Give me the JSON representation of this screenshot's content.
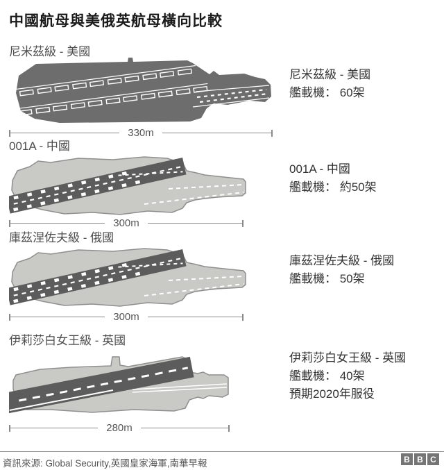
{
  "title": "中國航母與美俄英航母橫向比較",
  "carriers": [
    {
      "label": "尼米茲級 - 美國",
      "length": "330m",
      "info_name": "尼米茲級 - 美國",
      "info_aircraft": "艦載機： 60架",
      "info_extra": ""
    },
    {
      "label": "001A - 中國",
      "length": "300m",
      "info_name": "001A - 中國",
      "info_aircraft": "艦載機： 約50架",
      "info_extra": ""
    },
    {
      "label": "庫茲涅佐夫級 - 俄國",
      "length": "300m",
      "info_name": "庫茲涅佐夫級 - 俄國",
      "info_aircraft": "艦載機： 50架",
      "info_extra": ""
    },
    {
      "label": "伊莉莎白女王級 - 英國",
      "length": "280m",
      "info_name": "伊莉莎白女王級 - 英國",
      "info_aircraft": "艦載機： 40架",
      "info_extra": "預期2020年服役"
    }
  ],
  "colors": {
    "dark_hull": "#6d6d6d",
    "light_hull": "#c9c9c5",
    "hull_outline": "#8f8f8f",
    "runway_dark": "#5c5c5c",
    "deck_marking": "#ffffff",
    "scalebar": "#8a8a8a",
    "footer_text": "#555555",
    "bbc_square": "#757575"
  },
  "footer": {
    "source": "資訊來源: Global Security,英國皇家海軍,南華早報",
    "bbc_letters": [
      "B",
      "B",
      "C"
    ]
  }
}
